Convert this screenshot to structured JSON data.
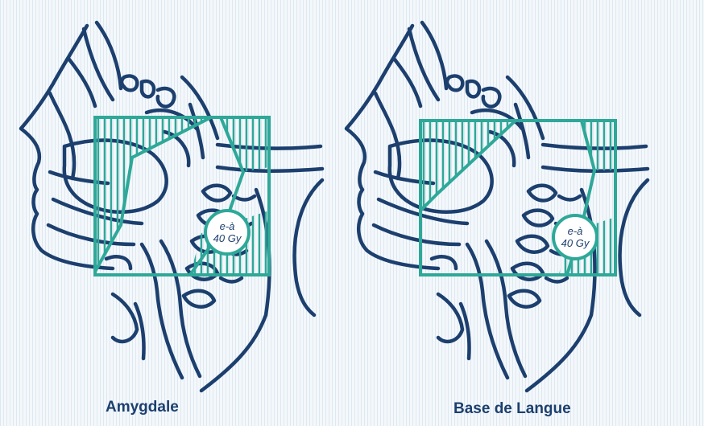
{
  "panels": [
    {
      "label": "Amygdale",
      "dose_line1": "e-à",
      "dose_line2": "40 Gy"
    },
    {
      "label": "Base de Langue",
      "dose_line1": "e-à",
      "dose_line2": "40 Gy"
    }
  ],
  "colors": {
    "anatomy": "#1c3f6e",
    "field": "#2ea898",
    "hatch": "#2ea898",
    "background": "#f4f8fb"
  }
}
